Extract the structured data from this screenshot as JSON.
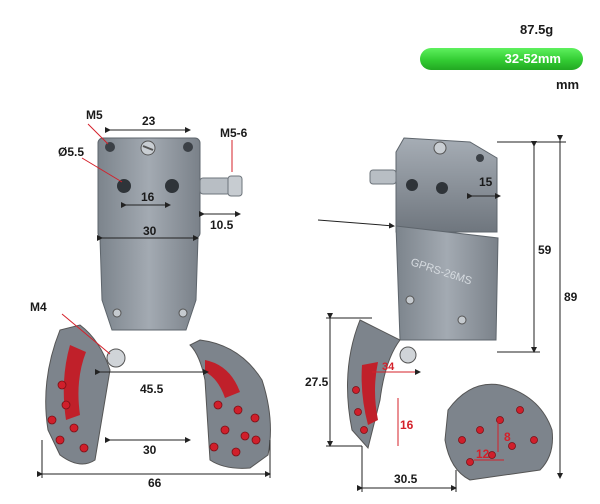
{
  "header": {
    "weight": "87.5g",
    "range": "32-52mm",
    "unit": "mm"
  },
  "left_view": {
    "labels": {
      "m5": "M5",
      "m5_6": "M5-6",
      "dia": "Ø5.5",
      "w23": "23",
      "w16": "16",
      "w30_top": "30",
      "w10_5": "10.5",
      "m4": "M4",
      "w45_5": "45.5",
      "w30_bottom": "30",
      "w66": "66"
    }
  },
  "right_view": {
    "labels": {
      "w15": "15",
      "h59": "59",
      "h89": "89",
      "h27_5": "27.5",
      "d34": "34",
      "d16": "16",
      "d8": "8",
      "d12": "12",
      "w30_5": "30.5"
    }
  },
  "colors": {
    "body": "#8e969e",
    "body_dark": "#5f666d",
    "pad": "#7b828a",
    "dot": "#d01f2b",
    "accent": "#33cc33"
  }
}
